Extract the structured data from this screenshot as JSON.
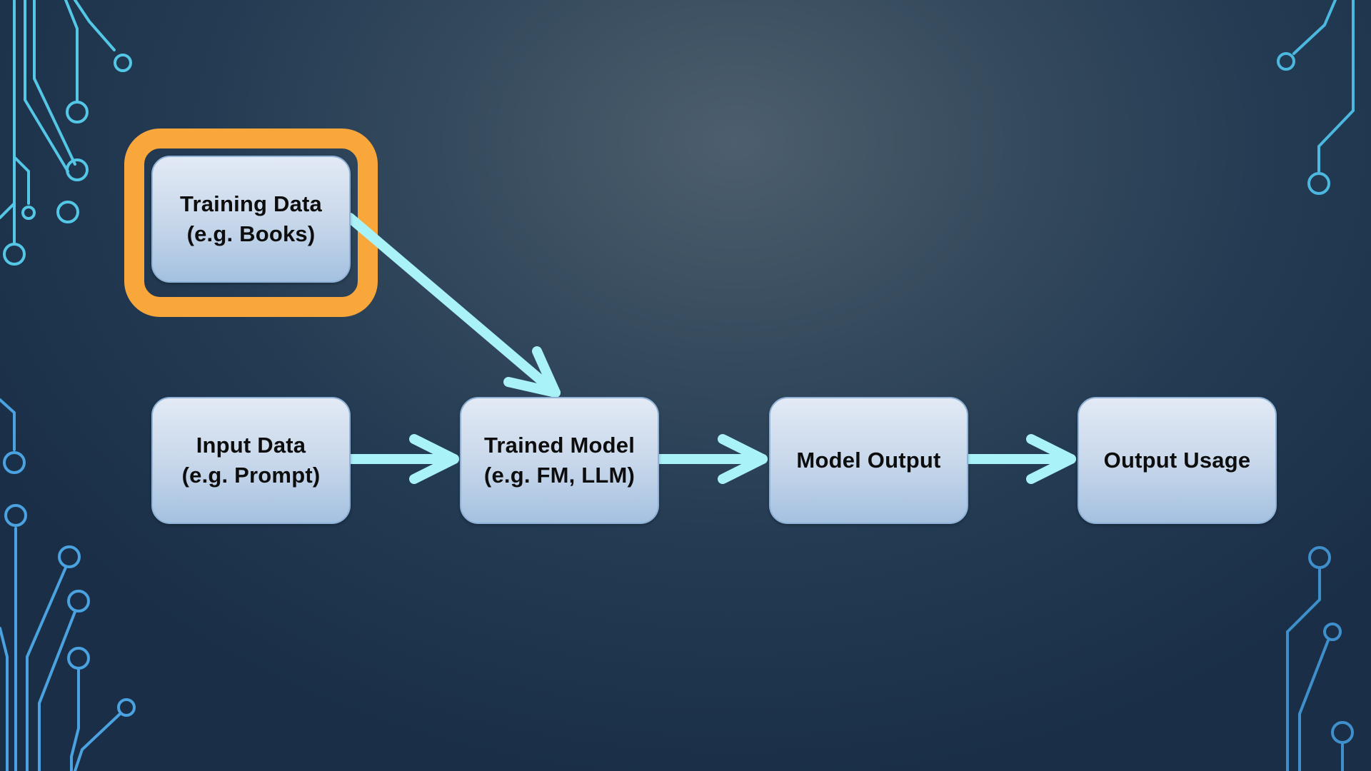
{
  "diagram": {
    "nodes": [
      {
        "id": "training-data",
        "lines": [
          "Training Data",
          "(e.g. Books)"
        ]
      },
      {
        "id": "input-data",
        "lines": [
          "Input Data",
          "(e.g. Prompt)"
        ]
      },
      {
        "id": "trained-model",
        "lines": [
          "Trained Model",
          "(e.g. FM, LLM)"
        ]
      },
      {
        "id": "model-output",
        "lines": [
          "Model Output"
        ]
      },
      {
        "id": "output-usage",
        "lines": [
          "Output Usage"
        ]
      }
    ],
    "edges": [
      {
        "from": "training-data",
        "to": "trained-model"
      },
      {
        "from": "input-data",
        "to": "trained-model"
      },
      {
        "from": "trained-model",
        "to": "model-output"
      },
      {
        "from": "model-output",
        "to": "output-usage"
      }
    ],
    "highlighted_node": "training-data"
  },
  "colors": {
    "background": "#2a4058",
    "node_fill": "#c6d6ea",
    "arrow": "#a9f2f7",
    "highlight": "#f9a63a",
    "circuit": "#4fc3e8"
  }
}
